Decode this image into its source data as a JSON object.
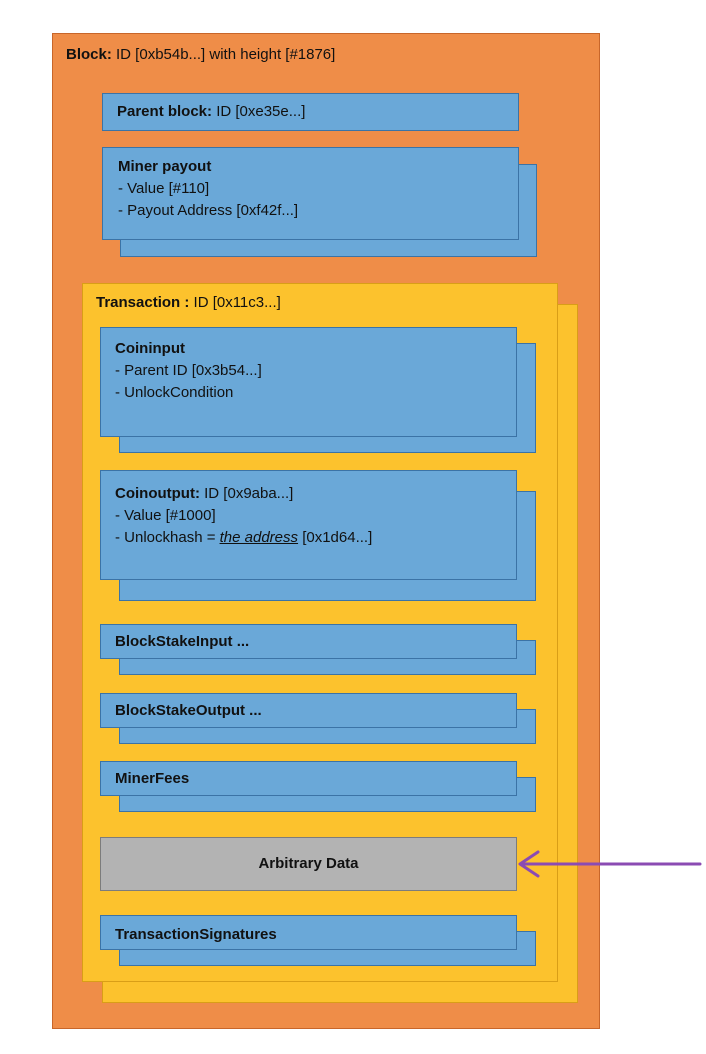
{
  "block": {
    "title_bold": "Block:",
    "title_rest": " ID [0xb54b...] with height [#1876]"
  },
  "parent_block": {
    "title_bold": "Parent block:",
    "title_rest": " ID [0xe35e...]"
  },
  "miner_payout": {
    "title": "Miner payout",
    "line1": "- Value [#110]",
    "line2": "- Payout Address [0xf42f...]"
  },
  "transaction": {
    "title_bold": "Transaction :",
    "title_rest": " ID [0x11c3...]"
  },
  "coininput": {
    "title": "Coininput",
    "line1": "- Parent ID [0x3b54...]",
    "line2": "- UnlockCondition"
  },
  "coinoutput": {
    "title_bold": "Coinoutput:",
    "title_rest": " ID [0x9aba...]",
    "line1": "- Value [#1000]",
    "line2_prefix": "- Unlockhash = ",
    "line2_emph": "the address",
    "line2_suffix": " [0x1d64...]"
  },
  "blockstake_input": {
    "title": "BlockStakeInput ..."
  },
  "blockstake_output": {
    "title": "BlockStakeOutput ..."
  },
  "miner_fees": {
    "title": "MinerFees"
  },
  "arbitrary_data": {
    "title": "Arbitrary Data"
  },
  "transaction_signatures": {
    "title": "TransactionSignatures"
  },
  "colors": {
    "block": "#ef8d48",
    "transaction": "#fcc22d",
    "field": "#6aa8d8",
    "highlight": "#b3b3b3",
    "arrow": "#8b4bb3"
  }
}
